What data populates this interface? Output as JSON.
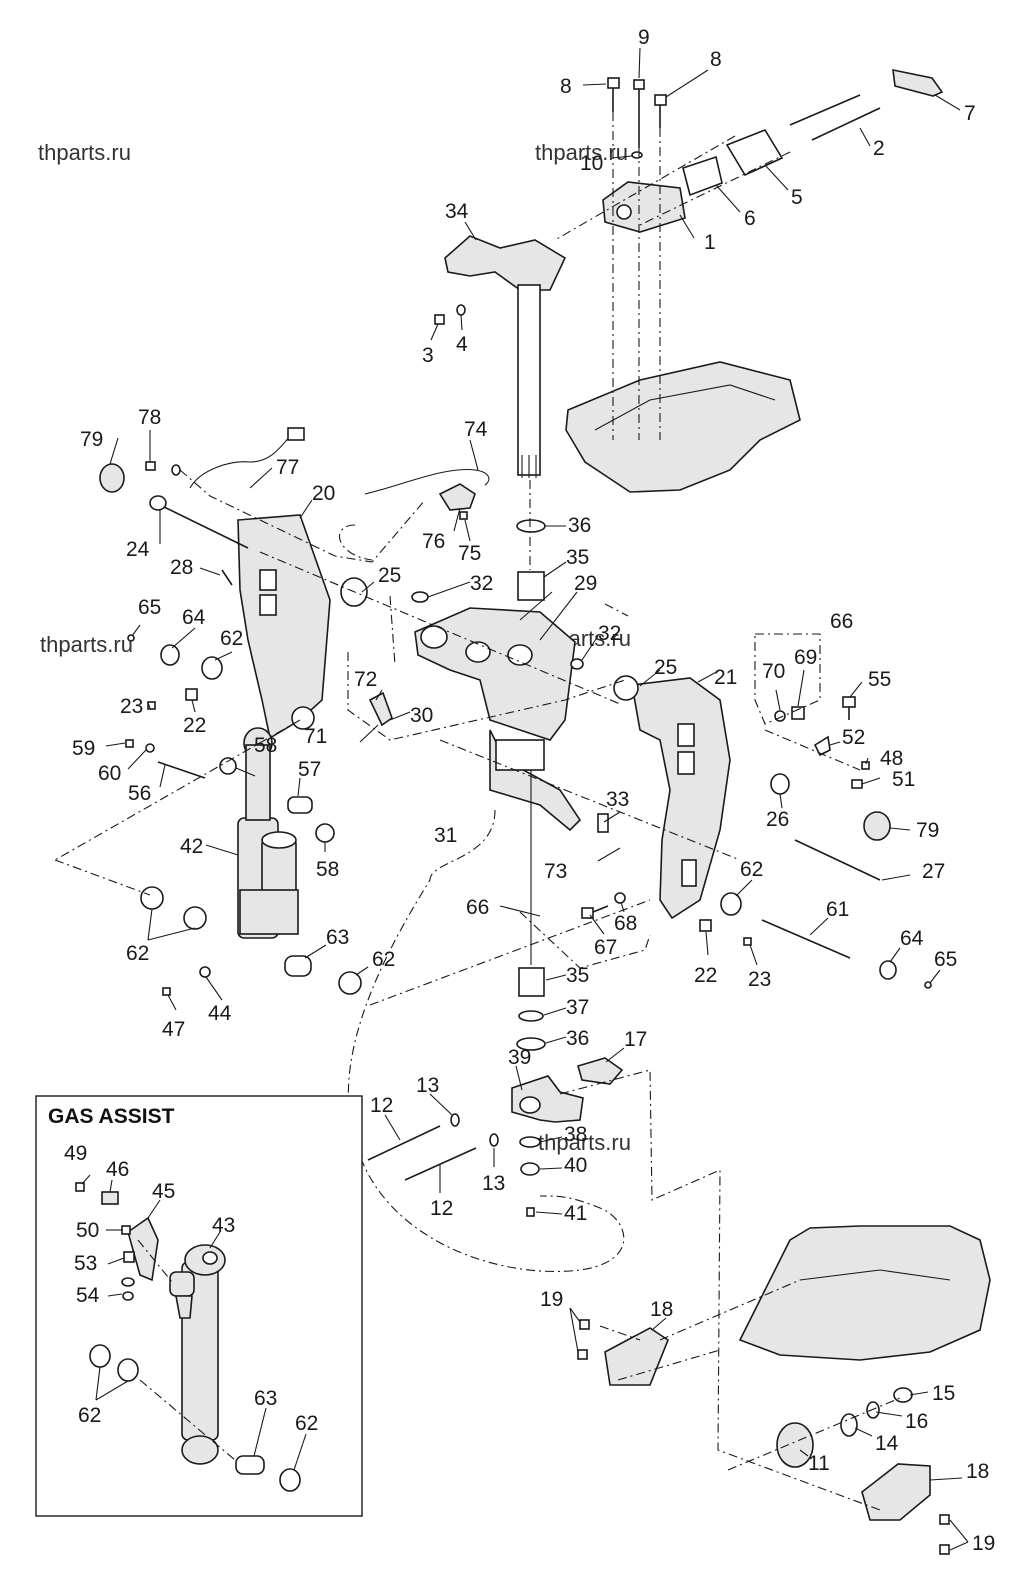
{
  "watermark": "thparts.ru",
  "inset": {
    "title": "GAS ASSIST"
  },
  "labels": {
    "l1": "1",
    "l2": "2",
    "l3": "3",
    "l4": "4",
    "l5": "5",
    "l6": "6",
    "l7": "7",
    "l8a": "8",
    "l8b": "8",
    "l9": "9",
    "l10": "10",
    "l11": "11",
    "l12a": "12",
    "l12b": "12",
    "l13a": "13",
    "l13b": "13",
    "l14": "14",
    "l15": "15",
    "l16": "16",
    "l17": "17",
    "l18a": "18",
    "l18b": "18",
    "l19a": "19",
    "l19b": "19",
    "l20": "20",
    "l21": "21",
    "l22a": "22",
    "l22b": "22",
    "l23a": "23",
    "l23b": "23",
    "l24": "24",
    "l25a": "25",
    "l25b": "25",
    "l26": "26",
    "l27": "27",
    "l28": "28",
    "l29": "29",
    "l30": "30",
    "l31": "31",
    "l32a": "32",
    "l32b": "32",
    "l33": "33",
    "l34": "34",
    "l35a": "35",
    "l35b": "35",
    "l36a": "36",
    "l36b": "36",
    "l37": "37",
    "l38": "38",
    "l39": "39",
    "l40": "40",
    "l41": "41",
    "l42": "42",
    "l43": "43",
    "l44": "44",
    "l45": "45",
    "l46": "46",
    "l47": "47",
    "l48": "48",
    "l49": "49",
    "l50": "50",
    "l51": "51",
    "l52": "52",
    "l53": "53",
    "l54": "54",
    "l55": "55",
    "l56": "56",
    "l57": "57",
    "l58a": "58",
    "l58b": "58",
    "l59": "59",
    "l60": "60",
    "l61": "61",
    "l62a": "62",
    "l62b": "62",
    "l62c": "62",
    "l62d": "62",
    "l62e": "62",
    "l62f": "62",
    "l63a": "63",
    "l63b": "63",
    "l64a": "64",
    "l64b": "64",
    "l65a": "65",
    "l65b": "65",
    "l66a": "66",
    "l66b": "66",
    "l67": "67",
    "l68": "68",
    "l69": "69",
    "l70": "70",
    "l71": "71",
    "l72": "72",
    "l73": "73",
    "l74": "74",
    "l75": "75",
    "l76": "76",
    "l77": "77",
    "l78": "78",
    "l79a": "79",
    "l79b": "79"
  }
}
